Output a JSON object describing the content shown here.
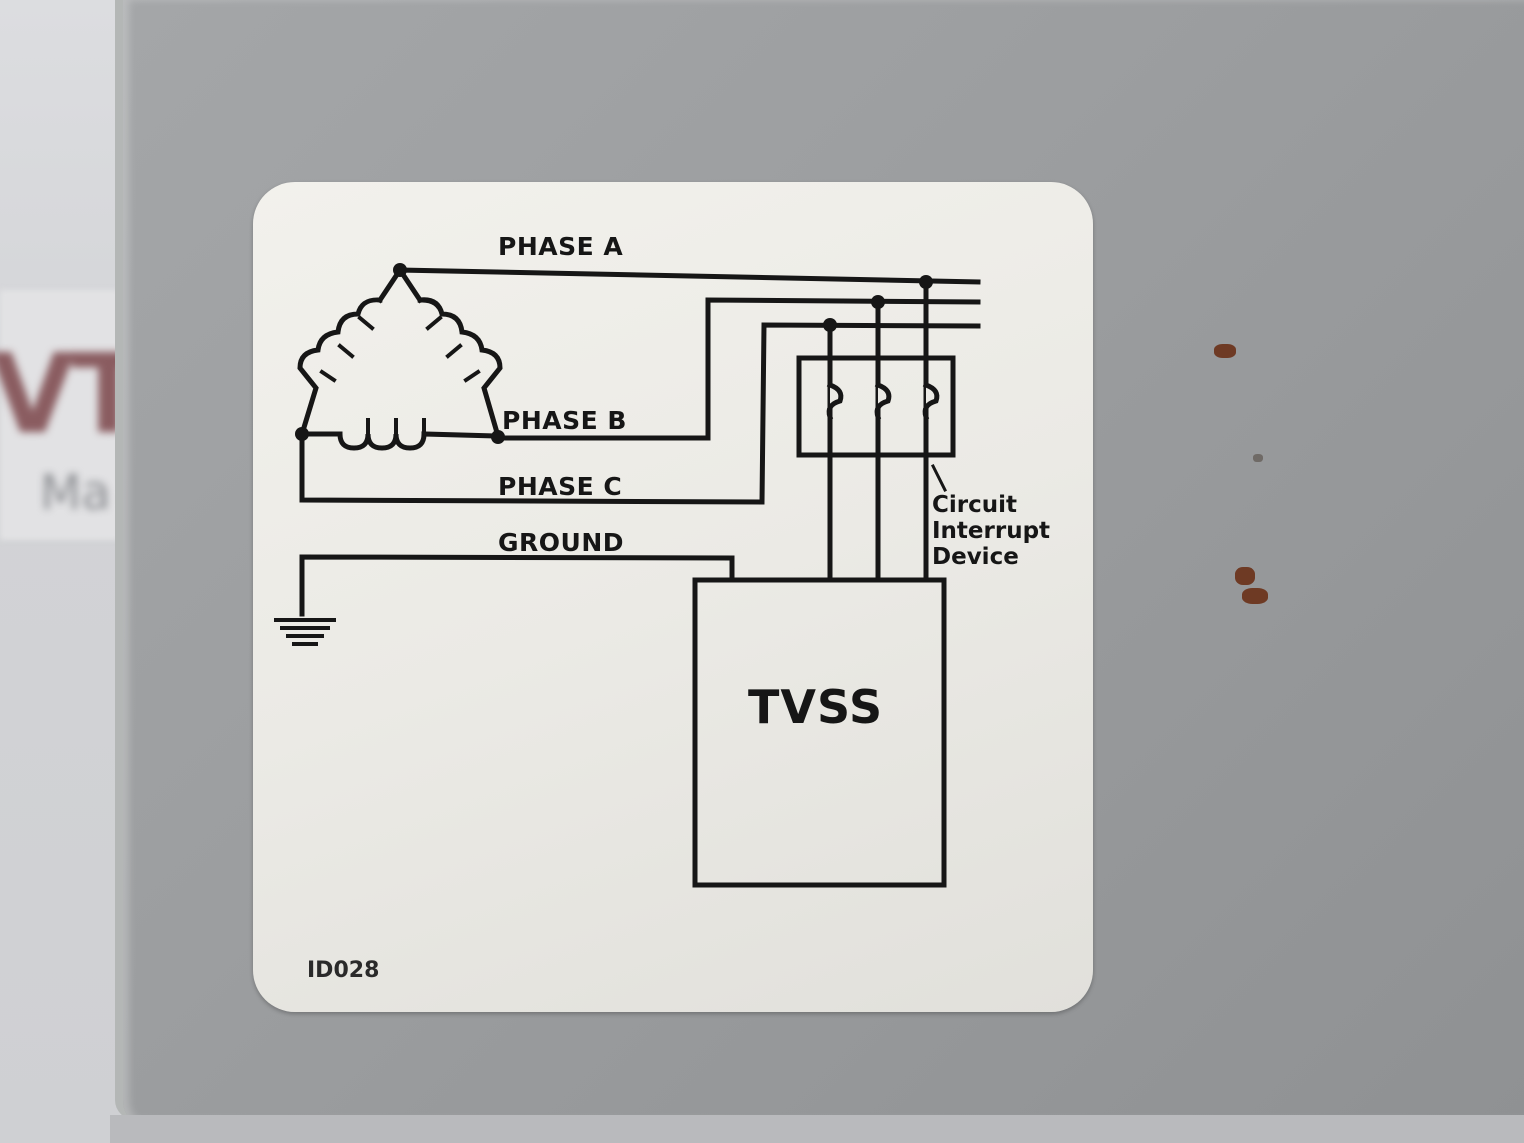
{
  "scene": {
    "description": "Photo of a white wiring-diagram sticker on a grey metal electrical enclosure",
    "colors": {
      "enclosure": "#9c9ea0",
      "label_background": "#ebeae5",
      "ink": "#161616",
      "rust": "#6e3a24"
    }
  },
  "background_sign": {
    "partial_text": "VT",
    "partial_subtext": "Ma"
  },
  "label": {
    "lines": {
      "phase_a": "PHASE A",
      "phase_b": "PHASE B",
      "phase_c": "PHASE C",
      "ground": "GROUND"
    },
    "circuit_interrupt_device": {
      "line1": "Circuit",
      "line2": "Interrupt",
      "line3": "Device"
    },
    "device_box": "TVSS",
    "part_number": "ID028"
  }
}
